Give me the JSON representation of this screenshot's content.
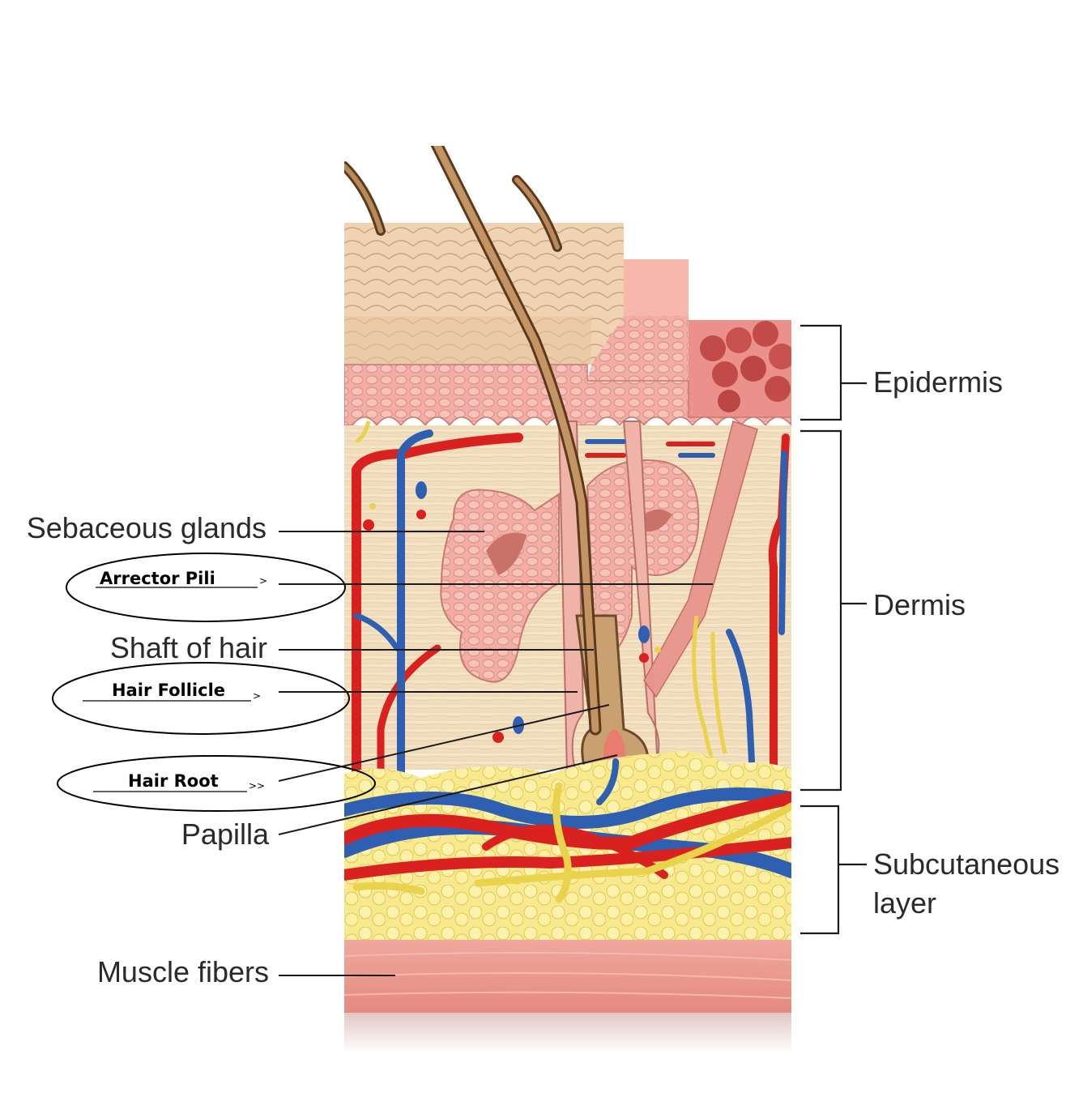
{
  "labels": {
    "sebaceous_glands": "Sebaceous glands",
    "arrector_pili": "Arrector Pili",
    "shaft_of_hair": "Shaft of hair",
    "hair_follicle": "Hair Follicle",
    "hair_root": "Hair Root",
    "papilla": "Papilla",
    "muscle_fibers": "Muscle fibers",
    "epidermis": "Epidermis",
    "dermis": "Dermis",
    "subcutaneous_line1": "Subcutaneous",
    "subcutaneous_line2": "layer"
  },
  "colors": {
    "epidermis": "#f0a79f",
    "dermis": "#f3e2c4",
    "subcutaneous": "#f6e27a",
    "muscle": "#e8948a",
    "artery": "#d9221f",
    "vein": "#2f5fb0",
    "nerve": "#e9d24c",
    "hair": "#b88a5a",
    "gland": "#f2a99e"
  },
  "icons": {
    "arrector_arrow": ">",
    "follicle_arrow": ">",
    "root_arrow": ">>"
  }
}
